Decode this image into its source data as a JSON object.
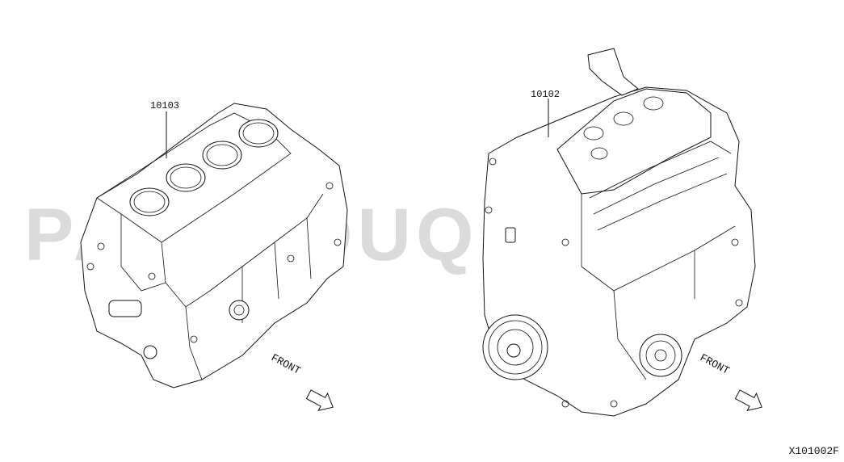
{
  "parts": [
    {
      "number": "10103",
      "description_shown": false
    },
    {
      "number": "10102",
      "description_shown": false
    }
  ],
  "front_labels": [
    "FRONT",
    "FRONT"
  ],
  "watermark": "PARTSOUQ.COM",
  "diagram_code": "X101002F"
}
